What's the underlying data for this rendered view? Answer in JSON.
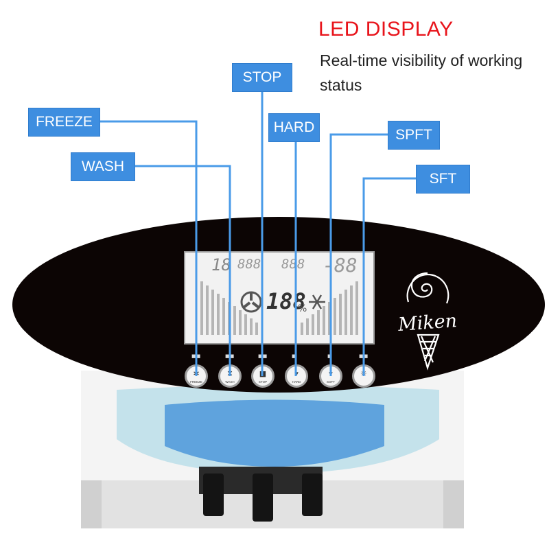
{
  "header": {
    "title": "LED DISPLAY",
    "subtitle": "Real-time visibility of working status"
  },
  "callouts": [
    {
      "id": "freeze",
      "label": "FREEZE"
    },
    {
      "id": "wash",
      "label": "WASH"
    },
    {
      "id": "stop",
      "label": "STOP"
    },
    {
      "id": "hard",
      "label": "HARD"
    },
    {
      "id": "spft",
      "label": "SPFT"
    },
    {
      "id": "sft",
      "label": "SFT"
    }
  ],
  "panel": {
    "lcd": {
      "seg_left": "18",
      "seg_mid1": "888",
      "seg_mid2": "888",
      "seg_right": "-88",
      "seg_center": "188",
      "percent": "%"
    },
    "buttons": [
      {
        "id": "freeze",
        "label": "FREEZE",
        "icon": "snowflake-icon",
        "glyph": "✲"
      },
      {
        "id": "wash",
        "label": "WASH",
        "icon": "cross-icon",
        "glyph": "✕"
      },
      {
        "id": "stop",
        "label": "STOP",
        "icon": "stop-square-icon",
        "glyph": "■"
      },
      {
        "id": "hard",
        "label": "HARD",
        "icon": "cone-hard-icon",
        "glyph": "▾"
      },
      {
        "id": "soft",
        "label": "SOFT",
        "icon": "cone-soft-icon",
        "glyph": "▿"
      },
      {
        "id": "sft",
        "label": "",
        "icon": "snowflake-small-icon",
        "glyph": "✳"
      }
    ],
    "logo": {
      "brand_text": "Miken"
    }
  },
  "colors": {
    "title_red": "#e8141b",
    "callout_blue": "#3e8ee0",
    "leader_line": "#4a9be8",
    "panel_black": "#0c0504"
  }
}
